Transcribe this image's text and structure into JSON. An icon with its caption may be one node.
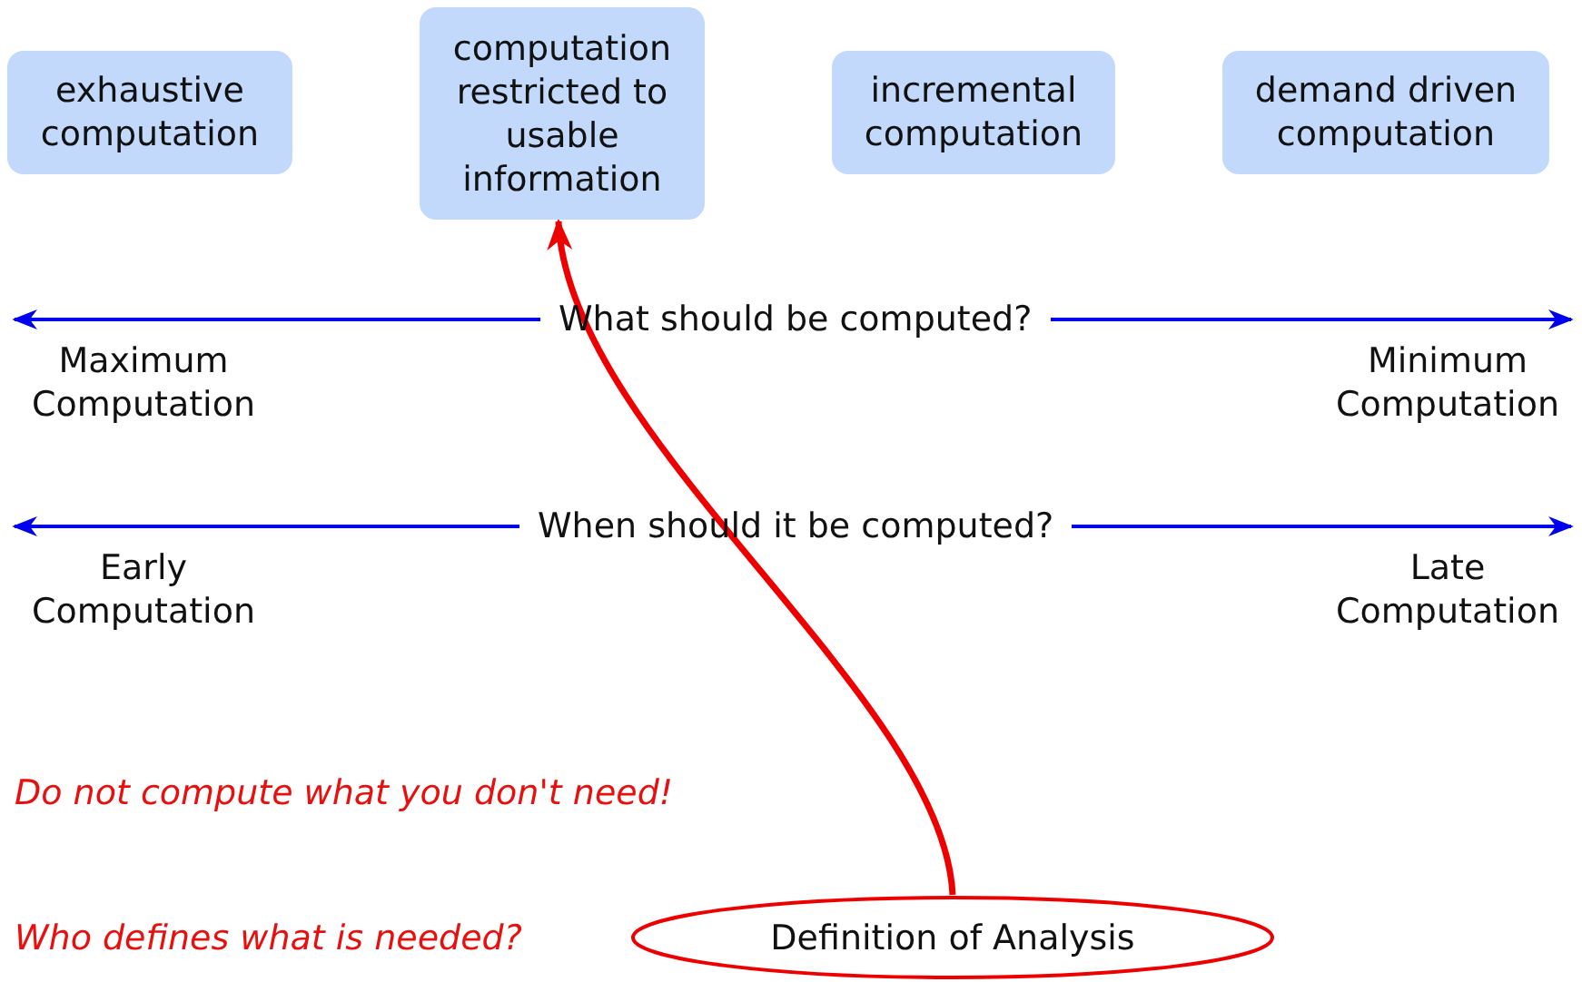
{
  "diagram": {
    "nodes": [
      {
        "text": [
          "exhaustive computation"
        ]
      },
      {
        "text": [
          "computation restricted to usable information"
        ]
      },
      {
        "text": [
          "incremental computation"
        ]
      },
      {
        "text": [
          "demand driven computation"
        ]
      },
      {
        "text": [
          "Definition of Analysis"
        ]
      }
    ],
    "edges": [
      {
        "from": 4,
        "to": 1,
        "arrow": "to"
      }
    ],
    "labels": [
      "What should be computed?",
      "Maximum Computation",
      "Minimum Computation",
      "When should it be computed?",
      "Early Computation",
      "Late Computation",
      "Do not compute what you don't need!",
      "Who defines what is needed?"
    ]
  }
}
